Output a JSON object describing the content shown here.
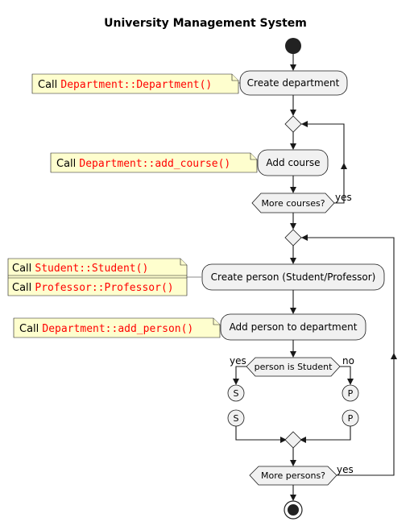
{
  "title": "University Management System",
  "colors": {
    "node_fill": "#f1f1f1",
    "note_fill": "#fefece",
    "code_text": "#ff0000",
    "line": "#181818"
  },
  "activities": {
    "create_department": "Create department",
    "add_course": "Add course",
    "create_person": "Create person (Student/Professor)",
    "add_person": "Add person to department"
  },
  "decisions": {
    "more_courses": "More courses?",
    "person_is_student": "person is Student",
    "more_persons": "More persons?"
  },
  "branch_labels": {
    "courses_yes": "yes",
    "student_yes": "yes",
    "student_no": "no",
    "persons_yes": "yes"
  },
  "connectors": {
    "student_in": "S",
    "student_out": "S",
    "professor_in": "P",
    "professor_out": "P"
  },
  "notes": {
    "create_department": {
      "prefix": "Call ",
      "code": "Department::Department()"
    },
    "add_course": {
      "prefix": "Call ",
      "code": "Department::add_course()"
    },
    "create_person_line1": {
      "prefix": "Call ",
      "code": "Student::Student()"
    },
    "create_person_line2": {
      "prefix": "Call ",
      "code": "Professor::Professor()"
    },
    "add_person": {
      "prefix": "Call ",
      "code": "Department::add_person()"
    }
  }
}
